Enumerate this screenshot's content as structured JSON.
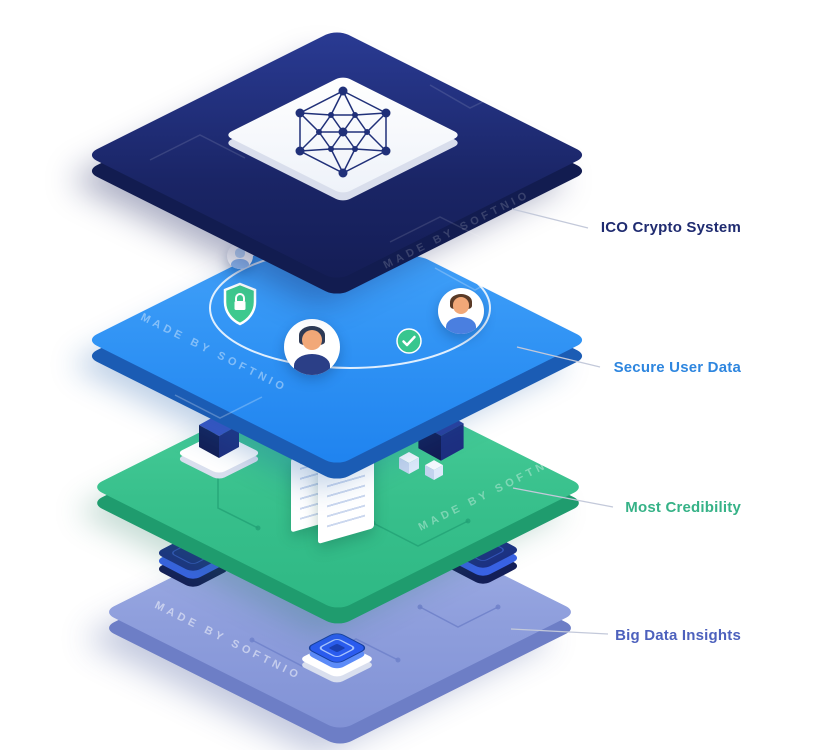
{
  "illustration": {
    "watermark": "MADE BY SOFTNIO",
    "layers": [
      {
        "name": "ico-crypto-system",
        "label": "ICO Crypto System",
        "top_color": "#1d2a6e",
        "label_color": "#1f2b70"
      },
      {
        "name": "secure-user-data",
        "label": "Secure User Data",
        "top_color": "#2f92f4",
        "label_color": "#2e86df"
      },
      {
        "name": "most-credibility",
        "label": "Most Credibility",
        "top_color": "#3cc391",
        "label_color": "#36b287"
      },
      {
        "name": "big-data-insights",
        "label": "Big Data Insights",
        "top_color": "#93a2de",
        "label_color": "#4d61bd"
      }
    ],
    "connector_color": "#c3c9da"
  }
}
